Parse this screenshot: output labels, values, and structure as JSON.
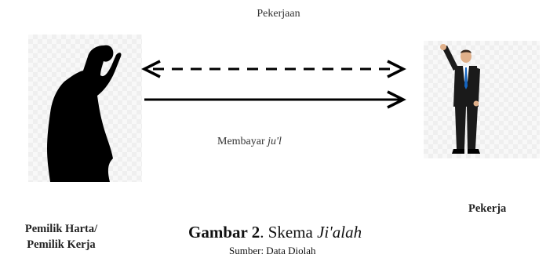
{
  "diagram": {
    "top_label": "Pekerjaan",
    "bottom_label_prefix": "Membayar ",
    "bottom_label_italic": "ju'l",
    "left_actor": {
      "line1": "Pemilik Harta/",
      "line2": "Pemilik Kerja",
      "icon": "silhouette-person-icon"
    },
    "right_actor": {
      "label": "Pekerja",
      "icon": "businessman-icon"
    },
    "arrows": [
      {
        "style": "dashed",
        "direction": "bidirectional"
      },
      {
        "style": "solid",
        "direction": "right"
      }
    ]
  },
  "caption": {
    "label": "Gambar 2",
    "sep": ". Skema ",
    "title_italic": "Ji'alah",
    "source": "Sumber: Data Diolah"
  },
  "colors": {
    "ink": "#000000",
    "suit": "#1a1a1a",
    "tie": "#1565c0"
  }
}
